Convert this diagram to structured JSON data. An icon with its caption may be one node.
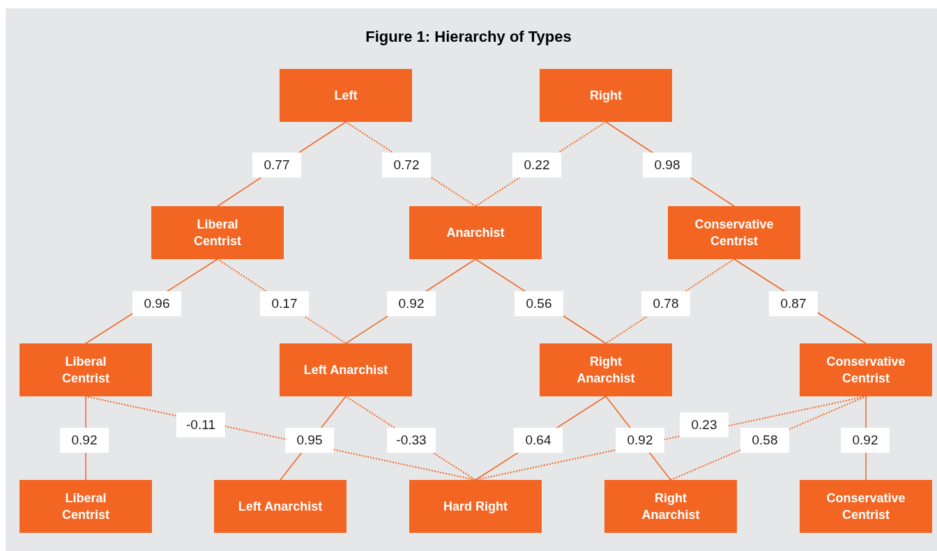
{
  "diagram": {
    "title": "Figure 1: Hierarchy of Types",
    "nodes": [
      {
        "text": [
          "Left"
        ]
      },
      {
        "text": [
          "Right"
        ]
      },
      {
        "text": [
          "Liberal Centrist"
        ]
      },
      {
        "text": [
          "Anarchist"
        ]
      },
      {
        "text": [
          "Conservative Centrist"
        ]
      },
      {
        "text": [
          "Liberal Centrist"
        ]
      },
      {
        "text": [
          "Left Anarchist"
        ]
      },
      {
        "text": [
          "Right Anarchist"
        ]
      },
      {
        "text": [
          "Conservative Centrist"
        ]
      },
      {
        "text": [
          "Liberal Centrist"
        ]
      },
      {
        "text": [
          "Left Anarchist"
        ]
      },
      {
        "text": [
          "Hard Right"
        ]
      },
      {
        "text": [
          "Right Anarchist"
        ]
      },
      {
        "text": [
          "Conservative Centrist"
        ]
      }
    ],
    "edges": [
      {
        "from": 0,
        "to": 2,
        "arrow": "none",
        "label": "0.77"
      },
      {
        "from": 0,
        "to": 3,
        "arrow": "none",
        "label": "0.72",
        "style": "dashed"
      },
      {
        "from": 1,
        "to": 3,
        "arrow": "none",
        "label": "0.22",
        "style": "dashed"
      },
      {
        "from": 1,
        "to": 4,
        "arrow": "none",
        "label": "0.98"
      },
      {
        "from": 2,
        "to": 5,
        "arrow": "none",
        "label": "0.96"
      },
      {
        "from": 2,
        "to": 6,
        "arrow": "none",
        "label": "0.17",
        "style": "dashed"
      },
      {
        "from": 3,
        "to": 6,
        "arrow": "none",
        "label": "0.92"
      },
      {
        "from": 3,
        "to": 7,
        "arrow": "none",
        "label": "0.56"
      },
      {
        "from": 4,
        "to": 7,
        "arrow": "none",
        "label": "0.78",
        "style": "dashed"
      },
      {
        "from": 4,
        "to": 8,
        "arrow": "none",
        "label": "0.87"
      },
      {
        "from": 5,
        "to": 9,
        "arrow": "none",
        "label": "0.92"
      },
      {
        "from": 5,
        "to": 11,
        "arrow": "none",
        "label": "-0.11",
        "style": "dashed"
      },
      {
        "from": 6,
        "to": 10,
        "arrow": "none",
        "label": "0.95"
      },
      {
        "from": 6,
        "to": 11,
        "arrow": "none",
        "label": "-0.33",
        "style": "dashed"
      },
      {
        "from": 7,
        "to": 11,
        "arrow": "none",
        "label": "0.64"
      },
      {
        "from": 7,
        "to": 12,
        "arrow": "none",
        "label": "0.92"
      },
      {
        "from": 8,
        "to": 11,
        "arrow": "none",
        "label": "0.23",
        "style": "dashed"
      },
      {
        "from": 8,
        "to": 12,
        "arrow": "none",
        "label": "0.58",
        "style": "dashed"
      },
      {
        "from": 8,
        "to": 13,
        "arrow": "none",
        "label": "0.92"
      }
    ]
  }
}
